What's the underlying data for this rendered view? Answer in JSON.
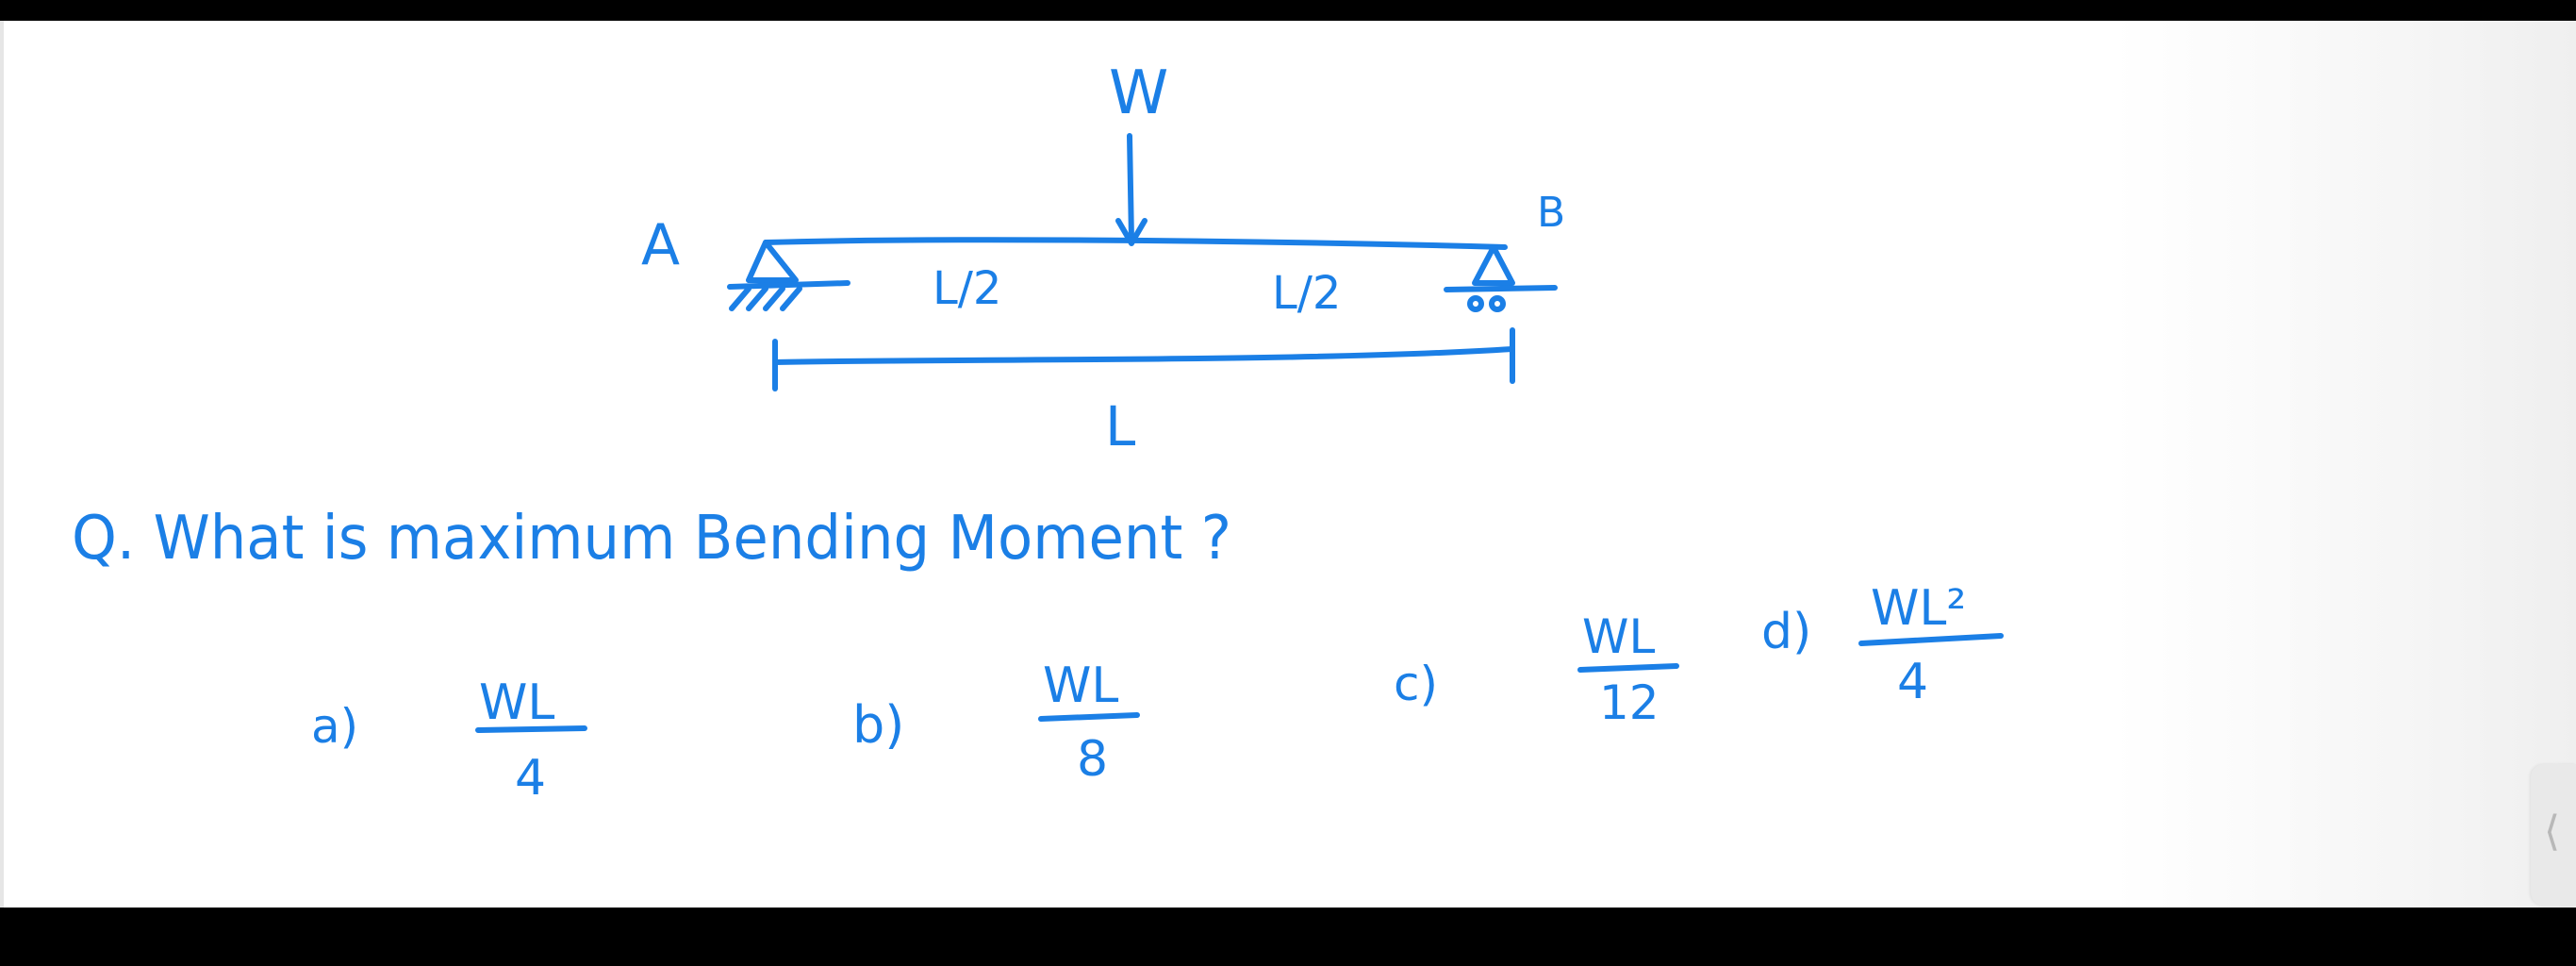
{
  "ink_color": "#1b7fe6",
  "diagram": {
    "load_label": "W",
    "support_a_label": "A",
    "support_b_label": "B",
    "half_span_left": "L/2",
    "half_span_right": "L/2",
    "span_label": "L"
  },
  "question": {
    "text": "Q. What is maximum Bending Moment ?"
  },
  "options": [
    {
      "label": "a)",
      "numerator": "WL",
      "denominator": "4"
    },
    {
      "label": "b)",
      "numerator": "WL",
      "denominator": "8"
    },
    {
      "label": "c)",
      "numerator": "WL",
      "denominator": "12"
    },
    {
      "label": "d)",
      "numerator": "WL²",
      "denominator": "4"
    }
  ],
  "side_handle": {
    "icon": "chevron-left-icon",
    "glyph": "⟨"
  }
}
